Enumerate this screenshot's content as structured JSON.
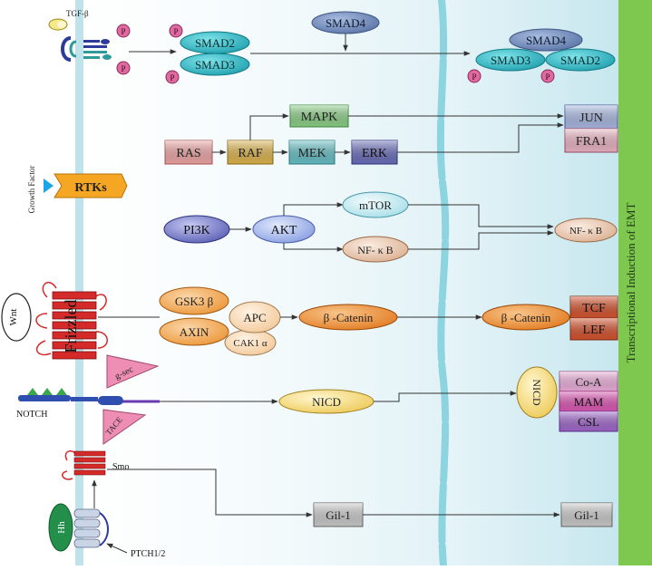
{
  "labels": {
    "tgf_beta": "TGF-β",
    "growth_factor": "Growth Factor",
    "rtks": "RTKs",
    "wnt": "Wnt",
    "frizzled": "Frizzled",
    "notch": "NOTCH",
    "g_sec": "g-sec",
    "tace": "TACE",
    "smo": "Smo",
    "hh": "Hh",
    "ptch": "PTCH1/2",
    "p": "P",
    "side_title": "Transcriptional Induction of EMT"
  },
  "nodes": {
    "smad2": "SMAD2",
    "smad3": "SMAD3",
    "smad4": "SMAD4",
    "smad4_n": "SMAD4",
    "smad3_n": "SMAD3",
    "smad2_n": "SMAD2",
    "mapk": "MAPK",
    "ras": "RAS",
    "raf": "RAF",
    "mek": "MEK",
    "erk": "ERK",
    "jun": "JUN",
    "fra1": "FRA1",
    "pi3k": "PI3K",
    "akt": "AKT",
    "mtor": "mTOR",
    "nfkb": "NF- κ B",
    "nfkb_n": "NF- κ B",
    "gsk3b": "GSK3 β",
    "axin": "AXIN",
    "apc": "APC",
    "cak1a": "CAK1 α",
    "bcat": "β -Catenin",
    "bcat_n": "β -Catenin",
    "tcf": "TCF",
    "lef": "LEF",
    "nicd": "NICD",
    "nicd_n": "NICD",
    "coa": "Co-A",
    "mam": "MAM",
    "csl": "CSL",
    "gil1": "Gil-1",
    "gil1_n": "Gil-1"
  },
  "colors": {
    "membrane": "#bfe3ea",
    "nucleus_band": "#8cd4e0",
    "emt_bar": "#7ec850",
    "phospho": "#e06aa0",
    "smad_teal": "#26b6c2",
    "smad4_blue": "#6a86b8",
    "mapk_green": "#8fd48a",
    "ras_pink": "#f3a9a9",
    "raf_gold": "#e2b850",
    "mek_teal": "#69c3c9",
    "erk_blue": "#6d71bd",
    "jun_blue": "#aebde8",
    "fra1_pink": "#f0b8c8",
    "pi3k_indigo": "#6a6fc4",
    "akt_blue": "#93a9ea",
    "mtor_cyan": "#b8e6ef",
    "nfkb_tan": "#e4c0a8",
    "gsk_orange": "#f3a040",
    "cak_peach": "#f8d8b0",
    "bcat_orange": "#ee8a2a",
    "tcf_red": "#d95530",
    "nicd_yellow": "#f5d86e",
    "notch_pink": "#ea9ed6",
    "gil_gray": "#cfcfcf",
    "receptor_red": "#d42a2a",
    "hh_green": "#238f4a",
    "rtk_orange": "#f5a623"
  }
}
